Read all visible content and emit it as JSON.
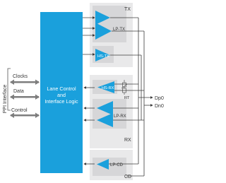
{
  "interface_label": "PPI Interface",
  "signals": {
    "clocks": "Clocks",
    "data": "Data",
    "control": "Control"
  },
  "core": {
    "line1": "Lane Control",
    "line2": "and",
    "line3": "Interface Logic"
  },
  "blocks": {
    "tx": "TX",
    "lp_tx": "LP-TX",
    "hs_tx": "HS-TX",
    "hs_rx": "HS-RX",
    "rt": "RT",
    "lp_rx": "LP-RX",
    "rx": "RX",
    "lp_cd": "LP-CD",
    "cd": "CD"
  },
  "pins": {
    "dp": "Dp0",
    "dn": "Dn0"
  },
  "colors": {
    "core_blue": "#1aa0dc",
    "group_gray": "#e9e9ea",
    "inner_gray": "#d6d6d8",
    "triangle": "#1aa0dc",
    "line": "#3b3b3b",
    "arrow": "#7d7d7d"
  }
}
